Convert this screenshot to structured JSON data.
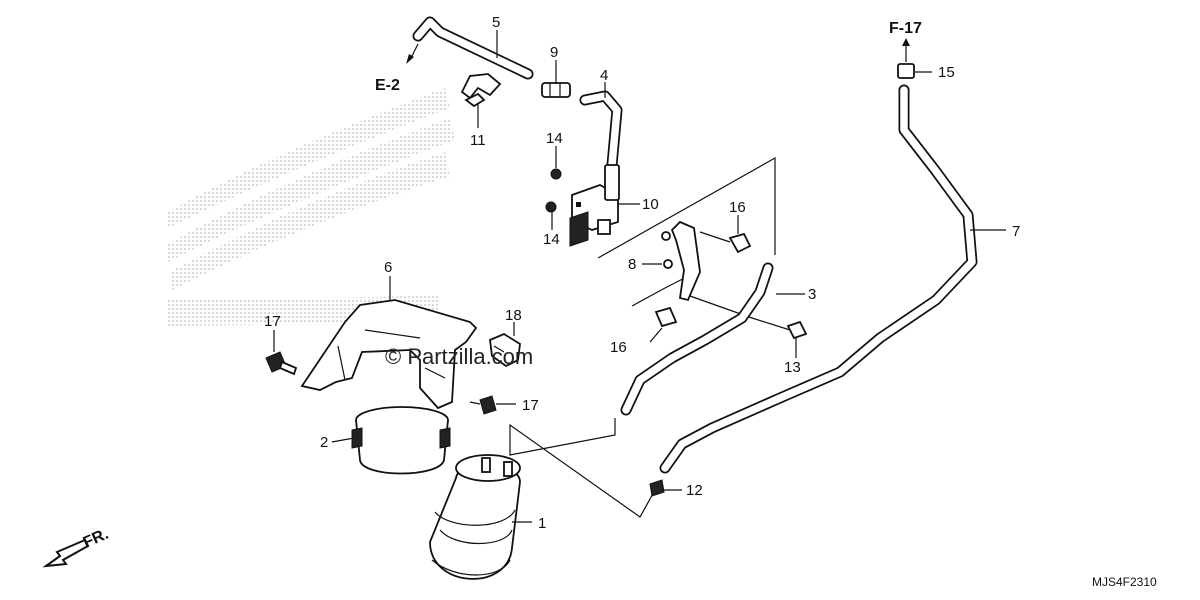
{
  "diagram": {
    "callouts": [
      {
        "id": "c1",
        "label": "1"
      },
      {
        "id": "c2",
        "label": "2"
      },
      {
        "id": "c3",
        "label": "3"
      },
      {
        "id": "c4",
        "label": "4"
      },
      {
        "id": "c5",
        "label": "5"
      },
      {
        "id": "c6",
        "label": "6"
      },
      {
        "id": "c7",
        "label": "7"
      },
      {
        "id": "c8",
        "label": "8"
      },
      {
        "id": "c9",
        "label": "9"
      },
      {
        "id": "c10",
        "label": "10"
      },
      {
        "id": "c11",
        "label": "11"
      },
      {
        "id": "c12",
        "label": "12"
      },
      {
        "id": "c13",
        "label": "13"
      },
      {
        "id": "c14a",
        "label": "14"
      },
      {
        "id": "c14b",
        "label": "14"
      },
      {
        "id": "c15",
        "label": "15"
      },
      {
        "id": "c16a",
        "label": "16"
      },
      {
        "id": "c16b",
        "label": "16"
      },
      {
        "id": "c17a",
        "label": "17"
      },
      {
        "id": "c17b",
        "label": "17"
      },
      {
        "id": "c18",
        "label": "18"
      }
    ],
    "references": {
      "e2": "E-2",
      "f17": "F-17"
    },
    "front_marker": "FR.",
    "diagram_code": "MJS4F2310",
    "watermark": "© Partzilla.com"
  }
}
